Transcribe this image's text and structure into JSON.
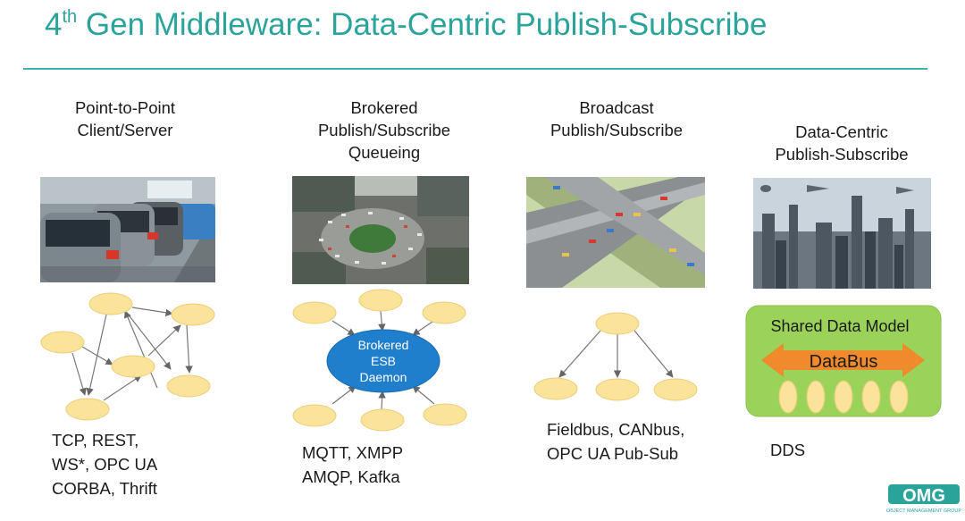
{
  "slide": {
    "title_prefix": "4",
    "title_sup": "th",
    "title_rest": " Gen Middleware: Data-Centric Publish-Subscribe"
  },
  "columns": [
    {
      "title_lines": [
        "Point-to-Point",
        "Client/Server"
      ],
      "photo": "traffic-lane-photo",
      "protocols": [
        "TCP, REST,",
        "WS*, OPC UA",
        "CORBA, Thrift"
      ]
    },
    {
      "title_lines": [
        "Brokered",
        "Publish/Subscribe",
        "Queueing"
      ],
      "photo": "roundabout-photo",
      "broker_label_lines": [
        "Brokered",
        "ESB",
        "Daemon"
      ],
      "protocols": [
        "MQTT, XMPP",
        "AMQP, Kafka"
      ]
    },
    {
      "title_lines": [
        "Broadcast",
        "Publish/Subscribe"
      ],
      "photo": "highway-overpass-photo",
      "protocols": [
        "Fieldbus, CANbus,",
        "OPC UA Pub-Sub"
      ]
    },
    {
      "title_lines": [
        "Data-Centric",
        "Publish-Subscribe"
      ],
      "photo": "futuristic-city-photo",
      "shared_model_label": "Shared Data Model",
      "databus_label": "DataBus",
      "protocols": [
        "DDS"
      ]
    }
  ],
  "logo": {
    "text": "OMG",
    "subtext": "OBJECT MANAGEMENT GROUP"
  },
  "colors": {
    "accent_teal": "#2aa39a",
    "node_yellow": "#fbe39a",
    "broker_blue": "#1f7fcc",
    "green_box": "#9bd35a",
    "databus_orange": "#ef8a2d"
  }
}
